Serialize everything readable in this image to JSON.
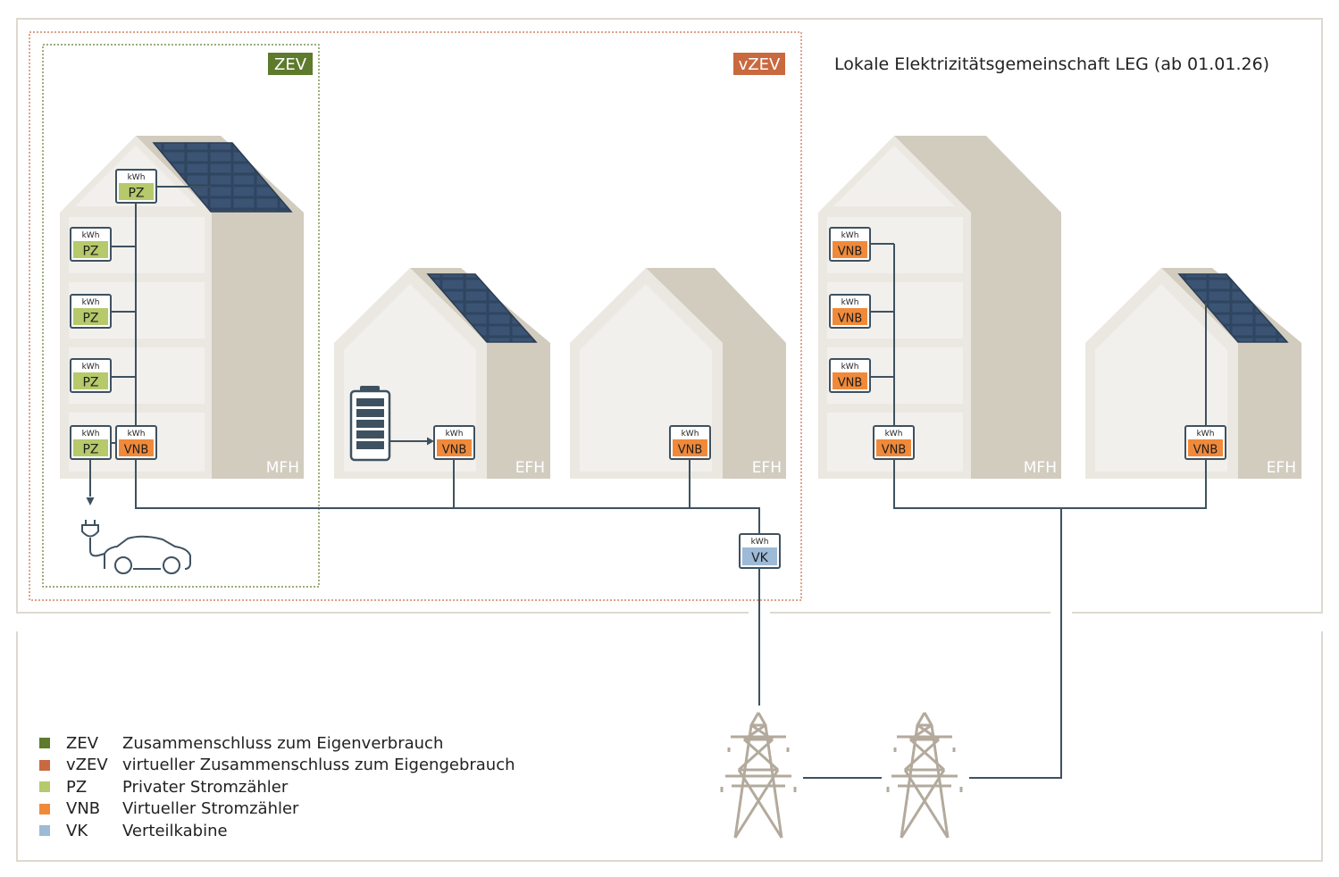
{
  "title": "Lokale Elektrizitätsgemeinschaft LEG (ab 01.01.26)",
  "badges": {
    "zev": "ZEV",
    "vzev": "vZEV"
  },
  "meter_unit": "kWh",
  "meter_codes": {
    "pz": "PZ",
    "vnb": "VNB",
    "vk": "VK"
  },
  "building_types": {
    "mfh": "MFH",
    "efh": "EFH"
  },
  "colors": {
    "zev": "#5e7a2c",
    "vzev": "#c9693f",
    "pz": "#b6c96b",
    "vnb": "#f08a3a",
    "vk": "#9dbad6",
    "building_front": "#ebe8e2",
    "building_side": "#d2ccbf",
    "line": "#3e5160",
    "pylon": "#b3aa9c"
  },
  "legend": [
    {
      "abbr": "ZEV",
      "text": "Zusammenschluss zum Eigenverbrauch",
      "color": "#5e7a2c"
    },
    {
      "abbr": "vZEV",
      "text": "virtueller Zusammenschluss zum Eigengebrauch",
      "color": "#c9693f"
    },
    {
      "abbr": "PZ",
      "text": "Privater Stromzähler",
      "color": "#b6c96b"
    },
    {
      "abbr": "VNB",
      "text": "Virtueller Stromzähler",
      "color": "#f08a3a"
    },
    {
      "abbr": "VK",
      "text": "Verteilkabine",
      "color": "#9dbad6"
    }
  ]
}
